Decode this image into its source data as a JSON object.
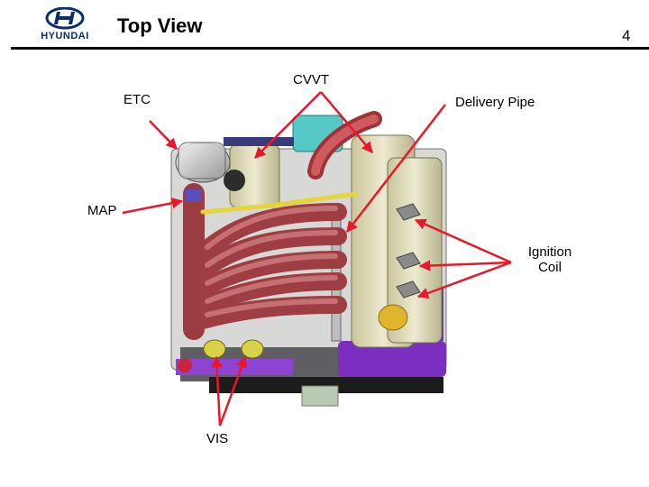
{
  "header": {
    "logo_text": "HYUNDAI",
    "title": "Top View",
    "page_number": "4"
  },
  "labels": {
    "etc": "ETC",
    "cvvt": "CVVT",
    "delivery_pipe": "Delivery Pipe",
    "map": "MAP",
    "ignition_coil_line1": "Ignition",
    "ignition_coil_line2": "Coil",
    "vis": "VIS"
  },
  "colors": {
    "brand_navy": "#0b2d6b",
    "arrow_red": "#e8182a",
    "manifold_red": "#c0555a",
    "head_tan": "#dedbb8",
    "base_purple": "#7a2fc0"
  }
}
